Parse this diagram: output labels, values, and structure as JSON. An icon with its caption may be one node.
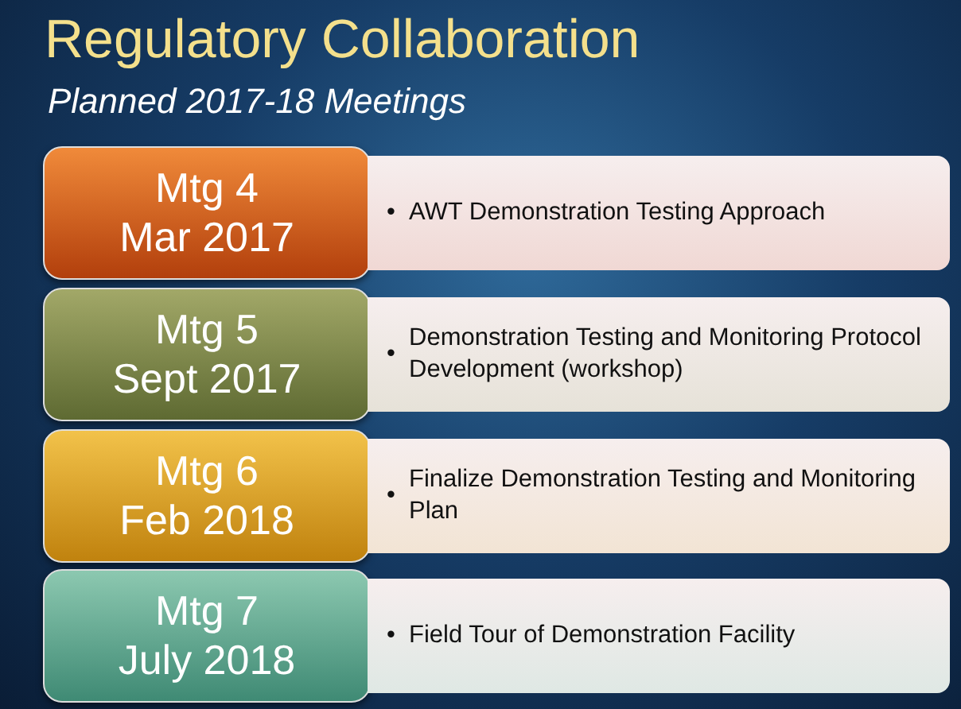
{
  "diagram": {
    "title": "Regulatory Collaboration",
    "caption": "Planned 2017-18 Meetings",
    "nodes": [
      {
        "text": [
          "Mtg 4",
          "Mar 2017"
        ]
      },
      {
        "text": [
          "•",
          "AWT Demonstration Testing Approach"
        ]
      },
      {
        "text": [
          "Mtg 5",
          "Sept 2017"
        ]
      },
      {
        "text": [
          "•",
          "Demonstration Testing and Monitoring Protocol Development (workshop)"
        ]
      },
      {
        "text": [
          "Mtg 6",
          "Feb 2018"
        ]
      },
      {
        "text": [
          "•",
          "Finalize Demonstration Testing and Monitoring Plan"
        ]
      },
      {
        "text": [
          "Mtg 7",
          "July 2018"
        ]
      },
      {
        "text": [
          "•",
          "Field Tour of Demonstration Facility"
        ]
      }
    ],
    "edges": []
  }
}
